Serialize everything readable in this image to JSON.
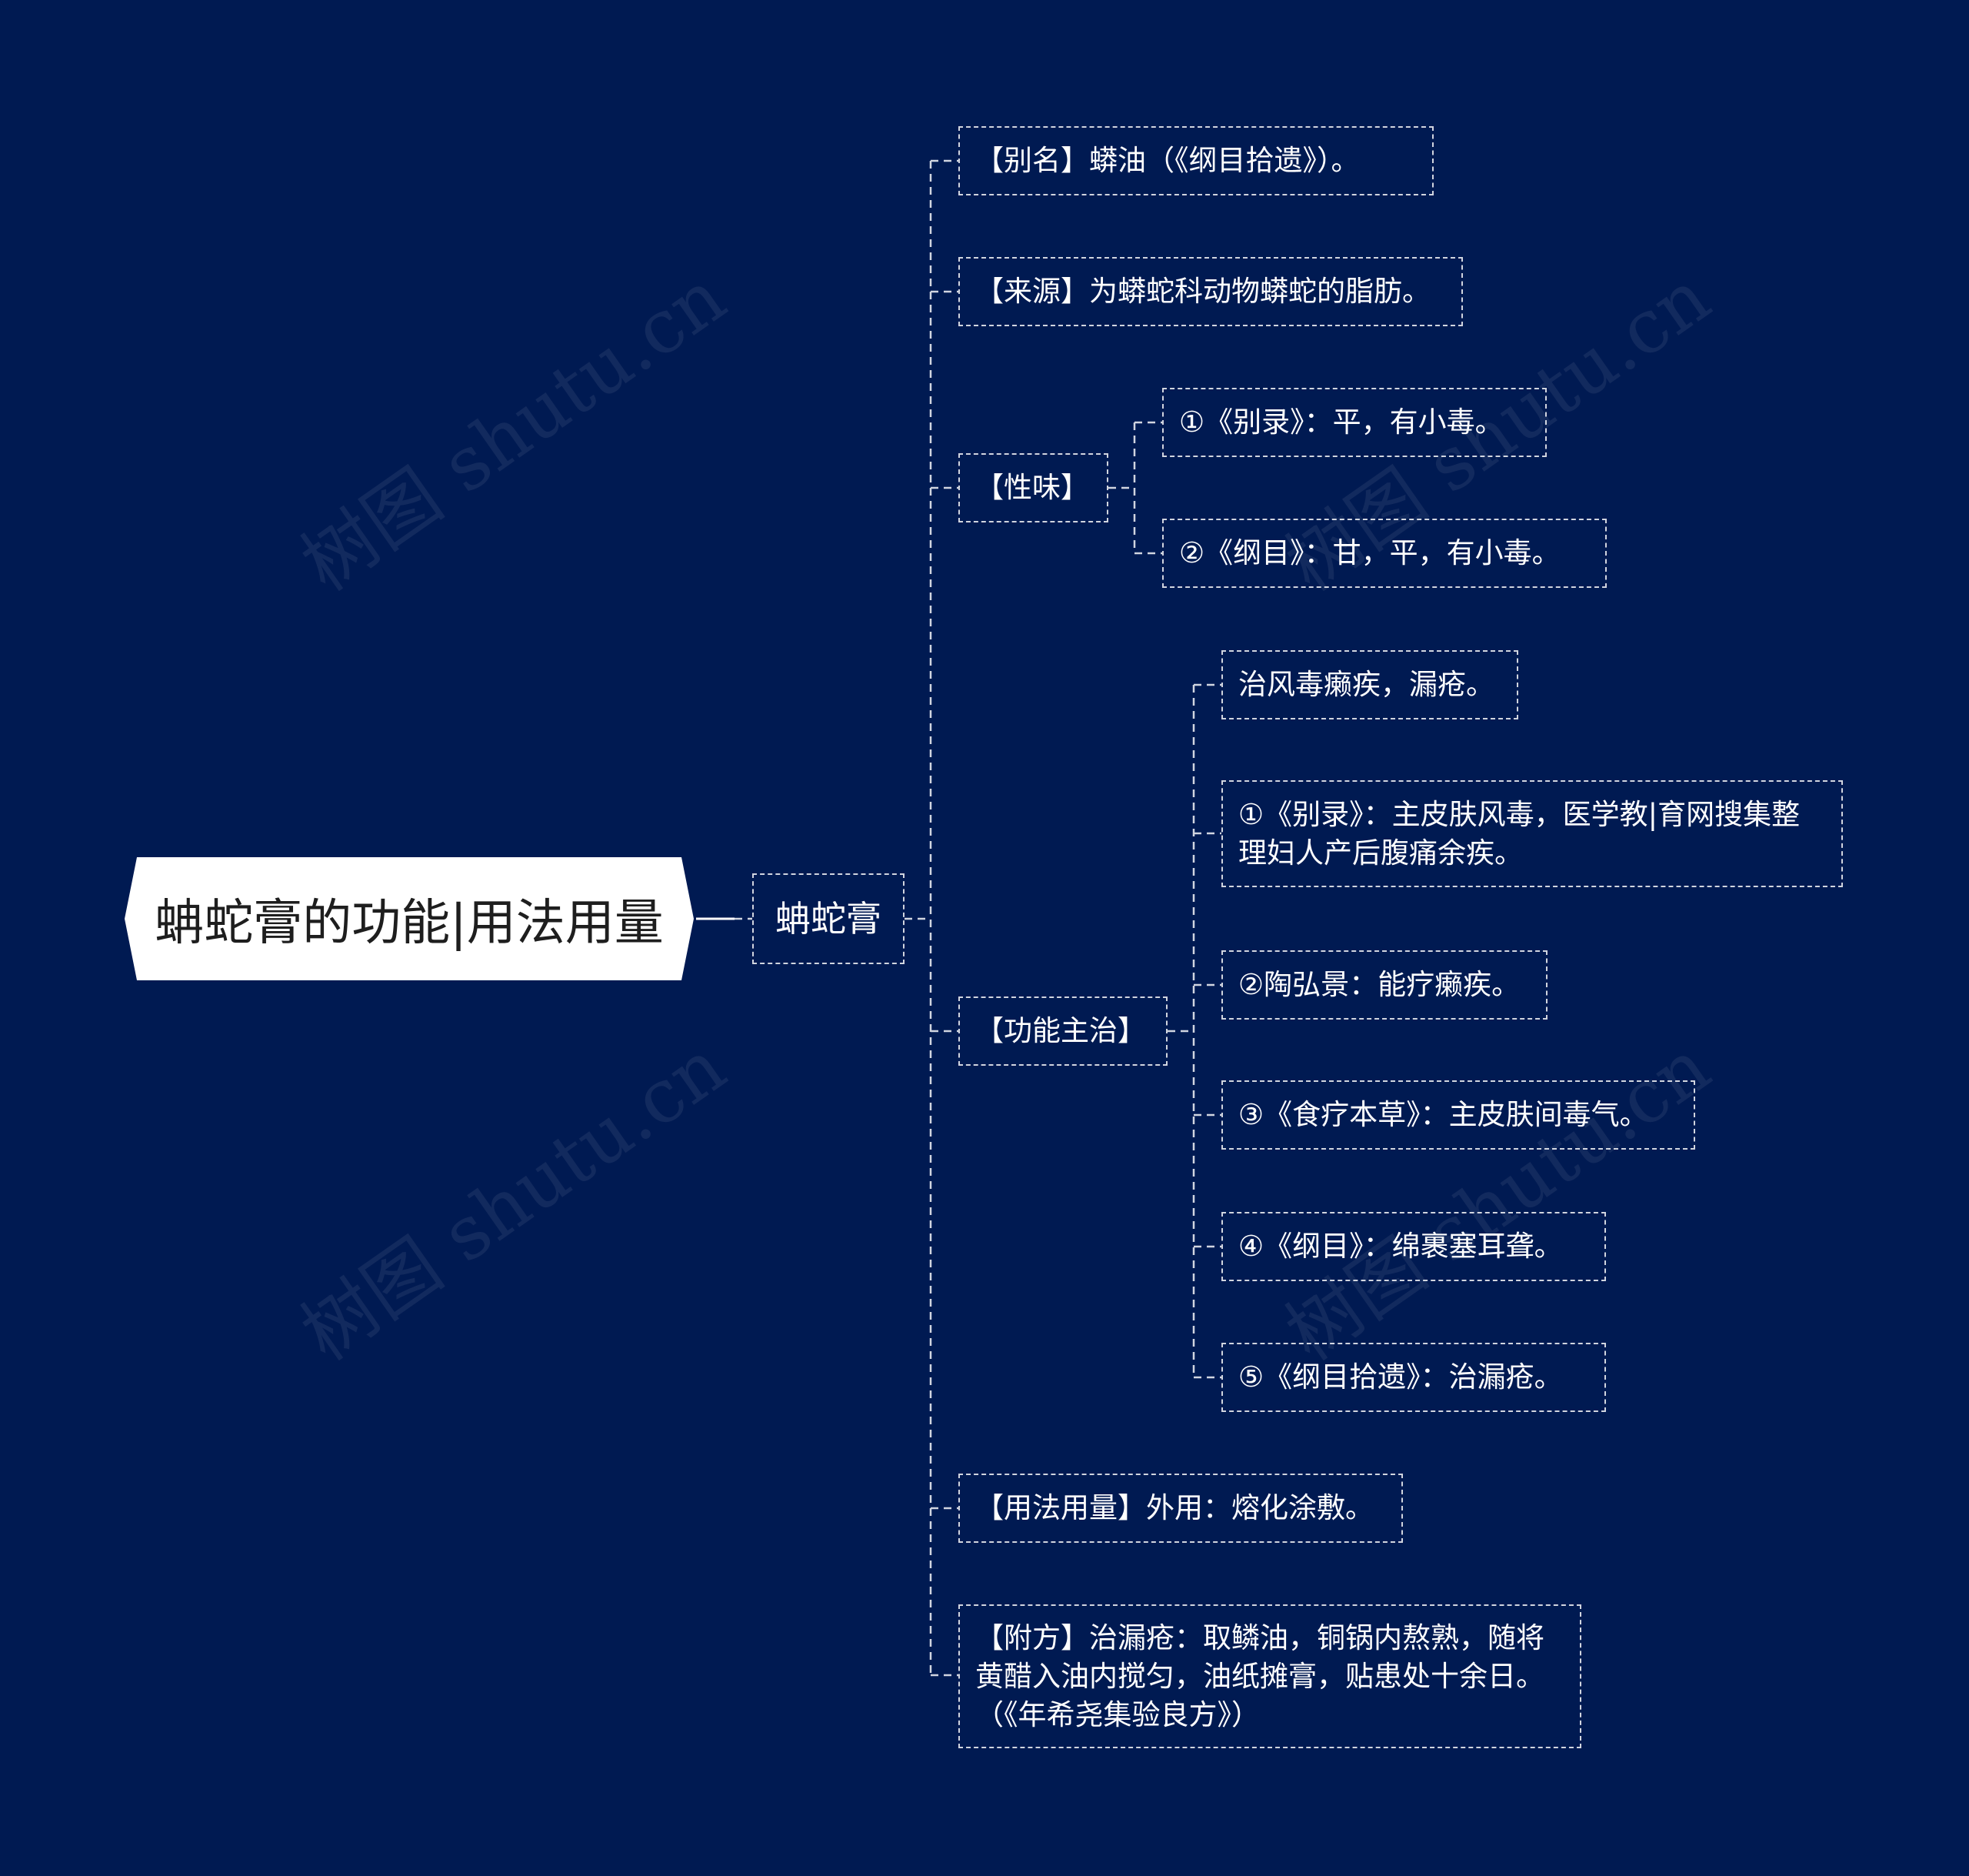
{
  "title": "蚺蛇膏的功能|用法用量",
  "main_topic": "蚺蛇膏",
  "watermark": "树图 shutu.cn",
  "colors": {
    "background": "#001a52",
    "root_fill": "#ffffff",
    "line": "#ffffff"
  },
  "branches": {
    "alias": "【别名】蟒油（《纲目拾遗》）。",
    "source": "【来源】为蟒蛇科动物蟒蛇的脂肪。",
    "taste": {
      "label": "【性味】",
      "items": [
        "①《别录》：平，有小毒。",
        "②《纲目》：甘，平，有小毒。"
      ]
    },
    "function": {
      "label": "【功能主治】",
      "items": [
        "治风毒癞疾，漏疮。",
        "①《别录》：主皮肤风毒，医学教|育网搜集整理妇人产后腹痛余疾。",
        "②陶弘景：能疗癞疾。",
        "③《食疗本草》：主皮肤间毒气。",
        "④《纲目》：绵裹塞耳聋。",
        "⑤《纲目拾遗》：治漏疮。"
      ]
    },
    "usage": "【用法用量】外用：熔化涂敷。",
    "prescription": "【附方】治漏疮：取鳞油，铜锅内熬熟，随将黄醋入油内搅匀，油纸摊膏，贴患处十余日。（《年希尧集验良方》）"
  }
}
